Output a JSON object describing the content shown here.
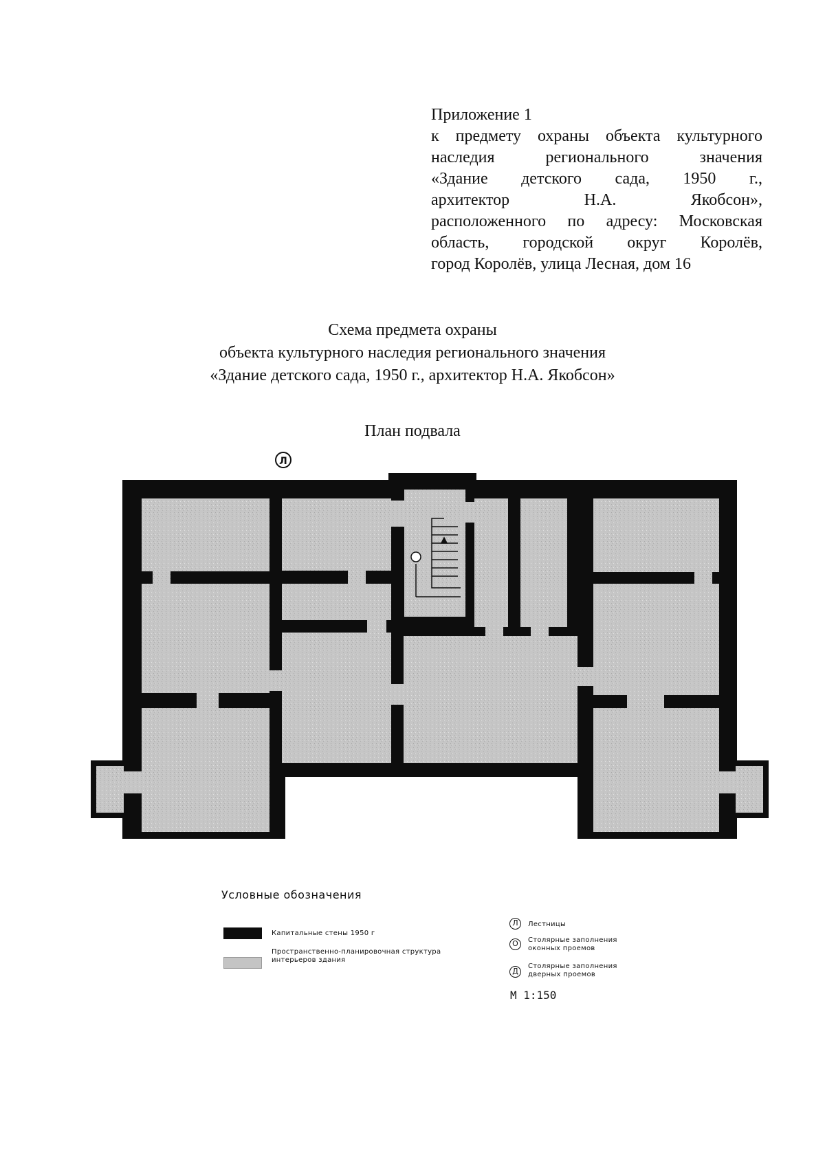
{
  "appendix": {
    "lines": [
      "Приложение 1",
      "к предмету охраны объекта культурного",
      "наследия регионального значения",
      "«Здание детского сада, 1950 г.,",
      "архитектор Н.А. Якобсон»,",
      "расположенного по адресу: Московская",
      "область, городской округ Королёв,",
      "город Королёв, улица Лесная, дом 16"
    ]
  },
  "scheme_title": {
    "lines": [
      "Схема предмета охраны",
      "объекта культурного наследия регионального значения",
      "«Здание детского сада, 1950 г., архитектор Н.А. Якобсон»"
    ]
  },
  "plan_title": "План подвала",
  "plan_marker": "Л",
  "legend": {
    "title": "Условные обозначения",
    "walls_label": "Капитальные стены 1950 г",
    "interior_label_1": "Пространственно-планировочная структура",
    "interior_label_2": "интерьеров здания",
    "stairs_symbol": "Л",
    "stairs_label": "Лестницы",
    "windows_symbol": "О",
    "windows_label_1": "Столярные заполнения",
    "windows_label_2": "оконных проемов",
    "doors_symbol": "Д",
    "doors_label_1": "Столярные заполнения",
    "doors_label_2": "дверных проемов",
    "wall_color": "#0d0d0d",
    "interior_color": "#c4c4c4"
  },
  "scale": "М 1:150"
}
